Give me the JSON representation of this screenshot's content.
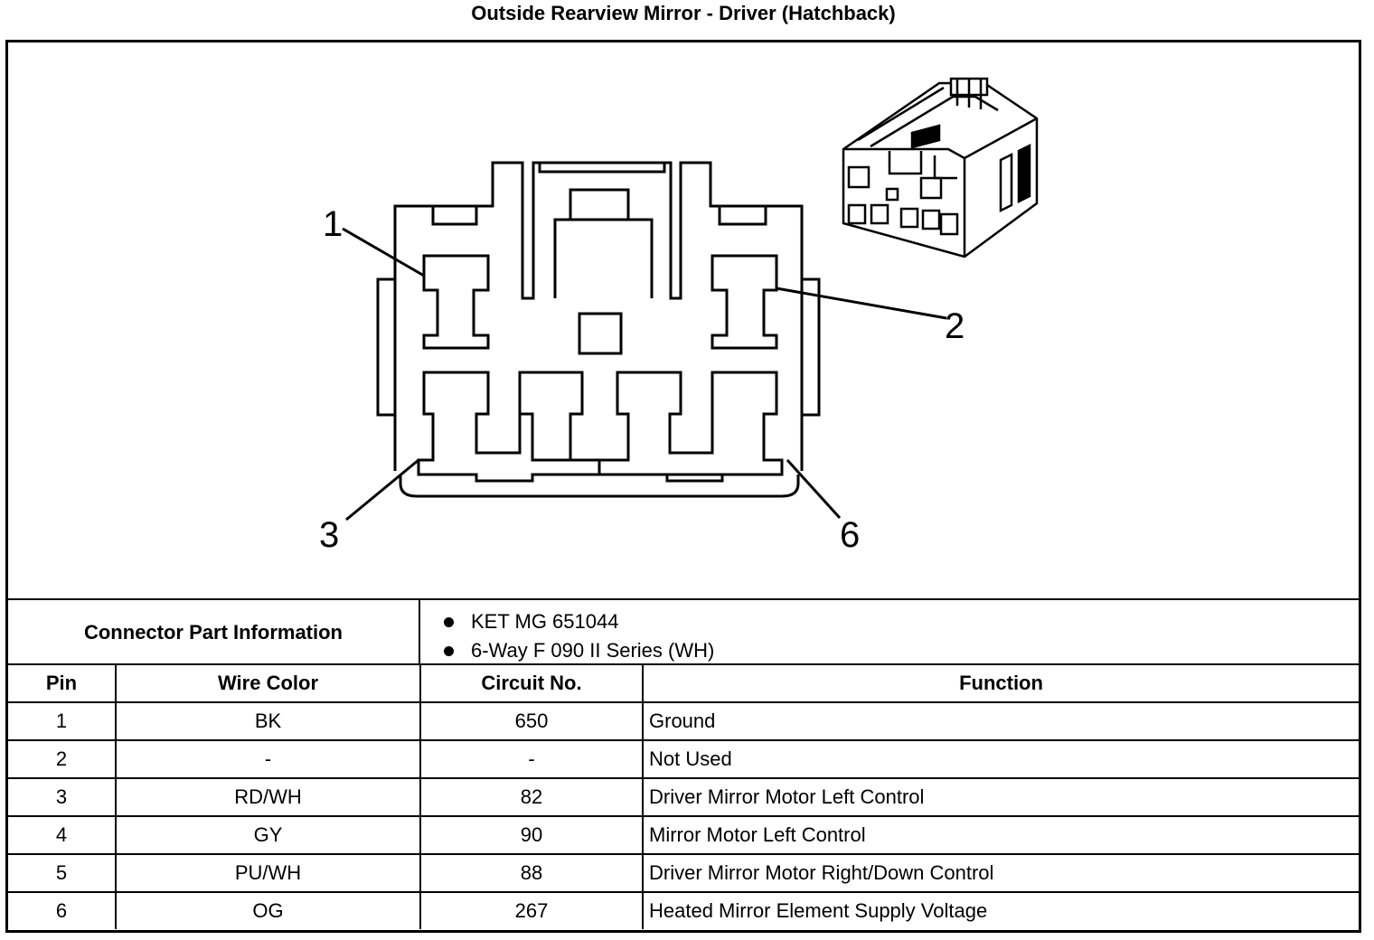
{
  "title": "Outside Rearview Mirror - Driver (Hatchback)",
  "diagram": {
    "pin_labels": [
      "1",
      "2",
      "3",
      "6"
    ]
  },
  "part_info": {
    "label": "Connector Part Information",
    "items": [
      "KET MG 651044",
      "6-Way F 090 II Series (WH)"
    ]
  },
  "table": {
    "headers": [
      "Pin",
      "Wire Color",
      "Circuit No.",
      "Function"
    ],
    "rows": [
      {
        "pin": "1",
        "wire": "BK",
        "circuit": "650",
        "function": "Ground"
      },
      {
        "pin": "2",
        "wire": "-",
        "circuit": "-",
        "function": "Not Used"
      },
      {
        "pin": "3",
        "wire": "RD/WH",
        "circuit": "82",
        "function": "Driver Mirror Motor Left Control"
      },
      {
        "pin": "4",
        "wire": "GY",
        "circuit": "90",
        "function": "Mirror Motor Left Control"
      },
      {
        "pin": "5",
        "wire": "PU/WH",
        "circuit": "88",
        "function": "Driver Mirror Motor Right/Down Control"
      },
      {
        "pin": "6",
        "wire": "OG",
        "circuit": "267",
        "function": "Heated Mirror Element Supply Voltage"
      }
    ]
  }
}
